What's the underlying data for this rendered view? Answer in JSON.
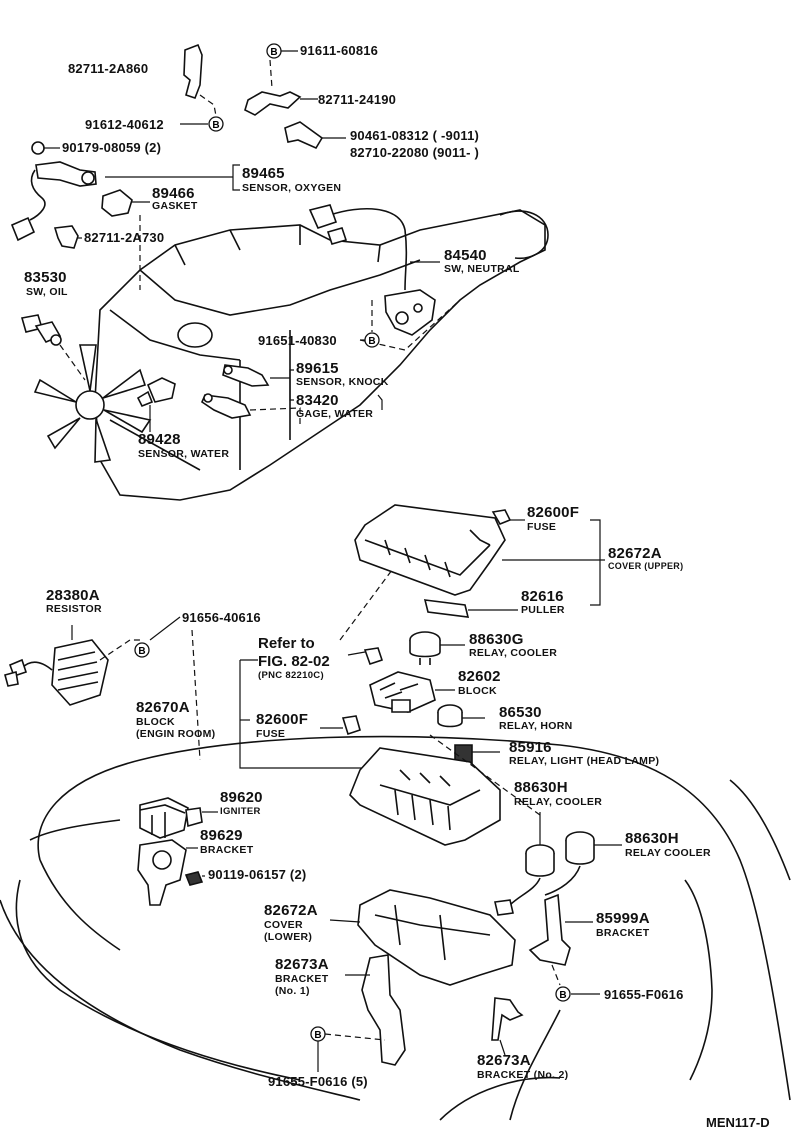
{
  "diagram_code": "MEN117-D",
  "bolt_symbol": "B",
  "labels": {
    "p82711_2a860": "82711-2A860",
    "p91611_60816": "91611-60816",
    "p82711_24190": "82711-24190",
    "p91612_40612": "91612-40612",
    "p90461_08312": "90461-08312 (          -9011)",
    "p82710_22080": "82710-22080 (9011-          )",
    "p90179_08059": "90179-08059 (2)",
    "p89465": "89465",
    "sensor_oxygen": "SENSOR, OXYGEN",
    "p89466": "89466",
    "gasket": "GASKET",
    "p82711_2a730": "82711-2A730",
    "p84540": "84540",
    "sw_neutral": "SW, NEUTRAL",
    "p83530": "83530",
    "sw_oil": "SW, OIL",
    "p91651_40830": "91651-40830",
    "p89615": "89615",
    "sensor_knock": "SENSOR, KNOCK",
    "p83420": "83420",
    "gage_water": "GAGE, WATER",
    "p89428": "89428",
    "sensor_water": "SENSOR, WATER",
    "p82600f_a": "82600F",
    "fuse_a": "FUSE",
    "p82672a_upper": "82672A",
    "cover_upper": "COVER (UPPER)",
    "p82616": "82616",
    "puller": "PULLER",
    "p28380a": "28380A",
    "resistor": "RESISTOR",
    "p91656_40616": "91656-40616",
    "refer_to": "Refer to",
    "fig_ref": "FIG. 82-02",
    "pnc_ref": "(PNC 82210C)",
    "p88630g": "88630G",
    "relay_cooler_g": "RELAY, COOLER",
    "p82602": "82602",
    "block": "BLOCK",
    "p82670a": "82670A",
    "block_engine_room_1": "BLOCK",
    "block_engine_room_2": "(ENGIN ROOM)",
    "p82600f_b": "82600F",
    "fuse_b": "FUSE",
    "p86530": "86530",
    "relay_horn": "RELAY, HORN",
    "p85916": "85916",
    "relay_light": "RELAY, LIGHT (HEAD LAMP)",
    "p88630h_a": "88630H",
    "relay_cooler_h_a": "RELAY, COOLER",
    "p89620": "89620",
    "igniter": "IGNITER",
    "p88630h_b": "88630H",
    "relay_cooler_h_b": "RELAY COOLER",
    "p89629": "89629",
    "bracket_a": "BRACKET",
    "p90119_06157": "90119-06157 (2)",
    "p82672a_lower": "82672A",
    "cover_lower_1": "COVER",
    "cover_lower_2": "(LOWER)",
    "p85999a": "85999A",
    "bracket_b": "BRACKET",
    "p82673a_no1": "82673A",
    "bracket_no1_1": "BRACKET",
    "bracket_no1_2": "(No. 1)",
    "p91655_f0616_a": "91655-F0616",
    "p82673a_no2": "82673A",
    "bracket_no2": "BRACKET (No. 2)",
    "p91655_f0616_b": "91655-F0616 (5)"
  }
}
